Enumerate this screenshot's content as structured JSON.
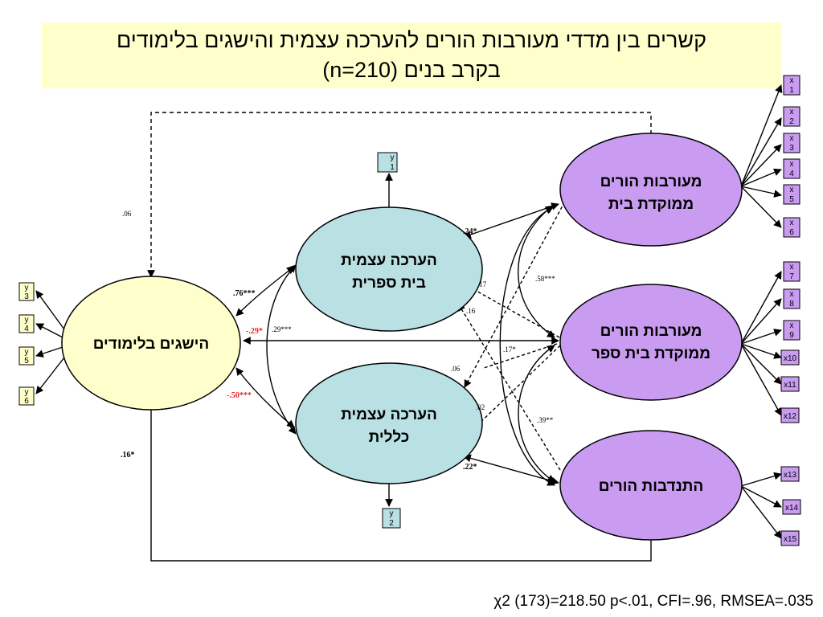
{
  "title": "קשרים בין מדדי מעורבות הורים להערכה עצמית והישגים בלימודים\nבקרב בנים (n=210)",
  "fit": "χ2 (173)=218.50 p<.01, CFI=.96, RMSEA=.035",
  "colors": {
    "title_bg": "#ffffcc",
    "achievement": "#ffffcc",
    "self_esteem": "#b9e0e3",
    "parent": "#c99cf2",
    "indicator_x": "#c99cf2",
    "indicator_y": "#b9e0e3",
    "indicator_y_left": "#ffffcc",
    "negative_label": "#e8242b"
  },
  "constructs": {
    "achievement": "הישגים בלימודים",
    "school_self_esteem": [
      "הערכה עצמית",
      "בית ספרית"
    ],
    "general_self_esteem": [
      "הערכה עצמית",
      "כללית"
    ],
    "home_involvement": [
      "מעורבות הורים",
      "ממוקדת בית"
    ],
    "school_involvement": [
      "מעורבות הורים",
      "ממוקדת בית ספר"
    ],
    "volunteering": "התנדבות הורים"
  },
  "indicators": {
    "y_left": [
      [
        "y",
        "3"
      ],
      [
        "y",
        "4"
      ],
      [
        "y",
        "5"
      ],
      [
        "y",
        "6"
      ]
    ],
    "y1": [
      "y",
      "1"
    ],
    "y2": [
      "y",
      "2"
    ],
    "x_home": [
      [
        "x",
        "1"
      ],
      [
        "x",
        "2"
      ],
      [
        "x",
        "3"
      ],
      [
        "x",
        "4"
      ],
      [
        "x",
        "5"
      ],
      [
        "x",
        "6"
      ]
    ],
    "x_school": [
      [
        "x",
        "7"
      ],
      [
        "x",
        "8"
      ],
      [
        "x",
        "9"
      ],
      [
        "x10"
      ],
      [
        "x11"
      ],
      [
        "x12"
      ]
    ],
    "x_vol": [
      [
        "x13"
      ],
      [
        "x14"
      ],
      [
        "x15"
      ]
    ]
  },
  "coefficients": {
    "home_to_achievement": ".06",
    "school_se_to_achievement": ".76***",
    "school_inv_to_achievement_direct": "-.29*",
    "school_inv_to_achievement_via": ".29***",
    "general_se_to_achievement": "-.50***",
    "vol_to_achievement": ".16*",
    "home_to_school_se": ".24*",
    "home_school_corr": ".58***",
    "school_inv_to_school_se": ".17",
    "vol_to_school_se": ".16",
    "school_inv_to_general_se_a": ".17*",
    "home_to_general_se": ".06",
    "school_inv_to_general_se": ".02",
    "home_vol_corr": ".39**",
    "vol_to_general_se": ".22*"
  }
}
